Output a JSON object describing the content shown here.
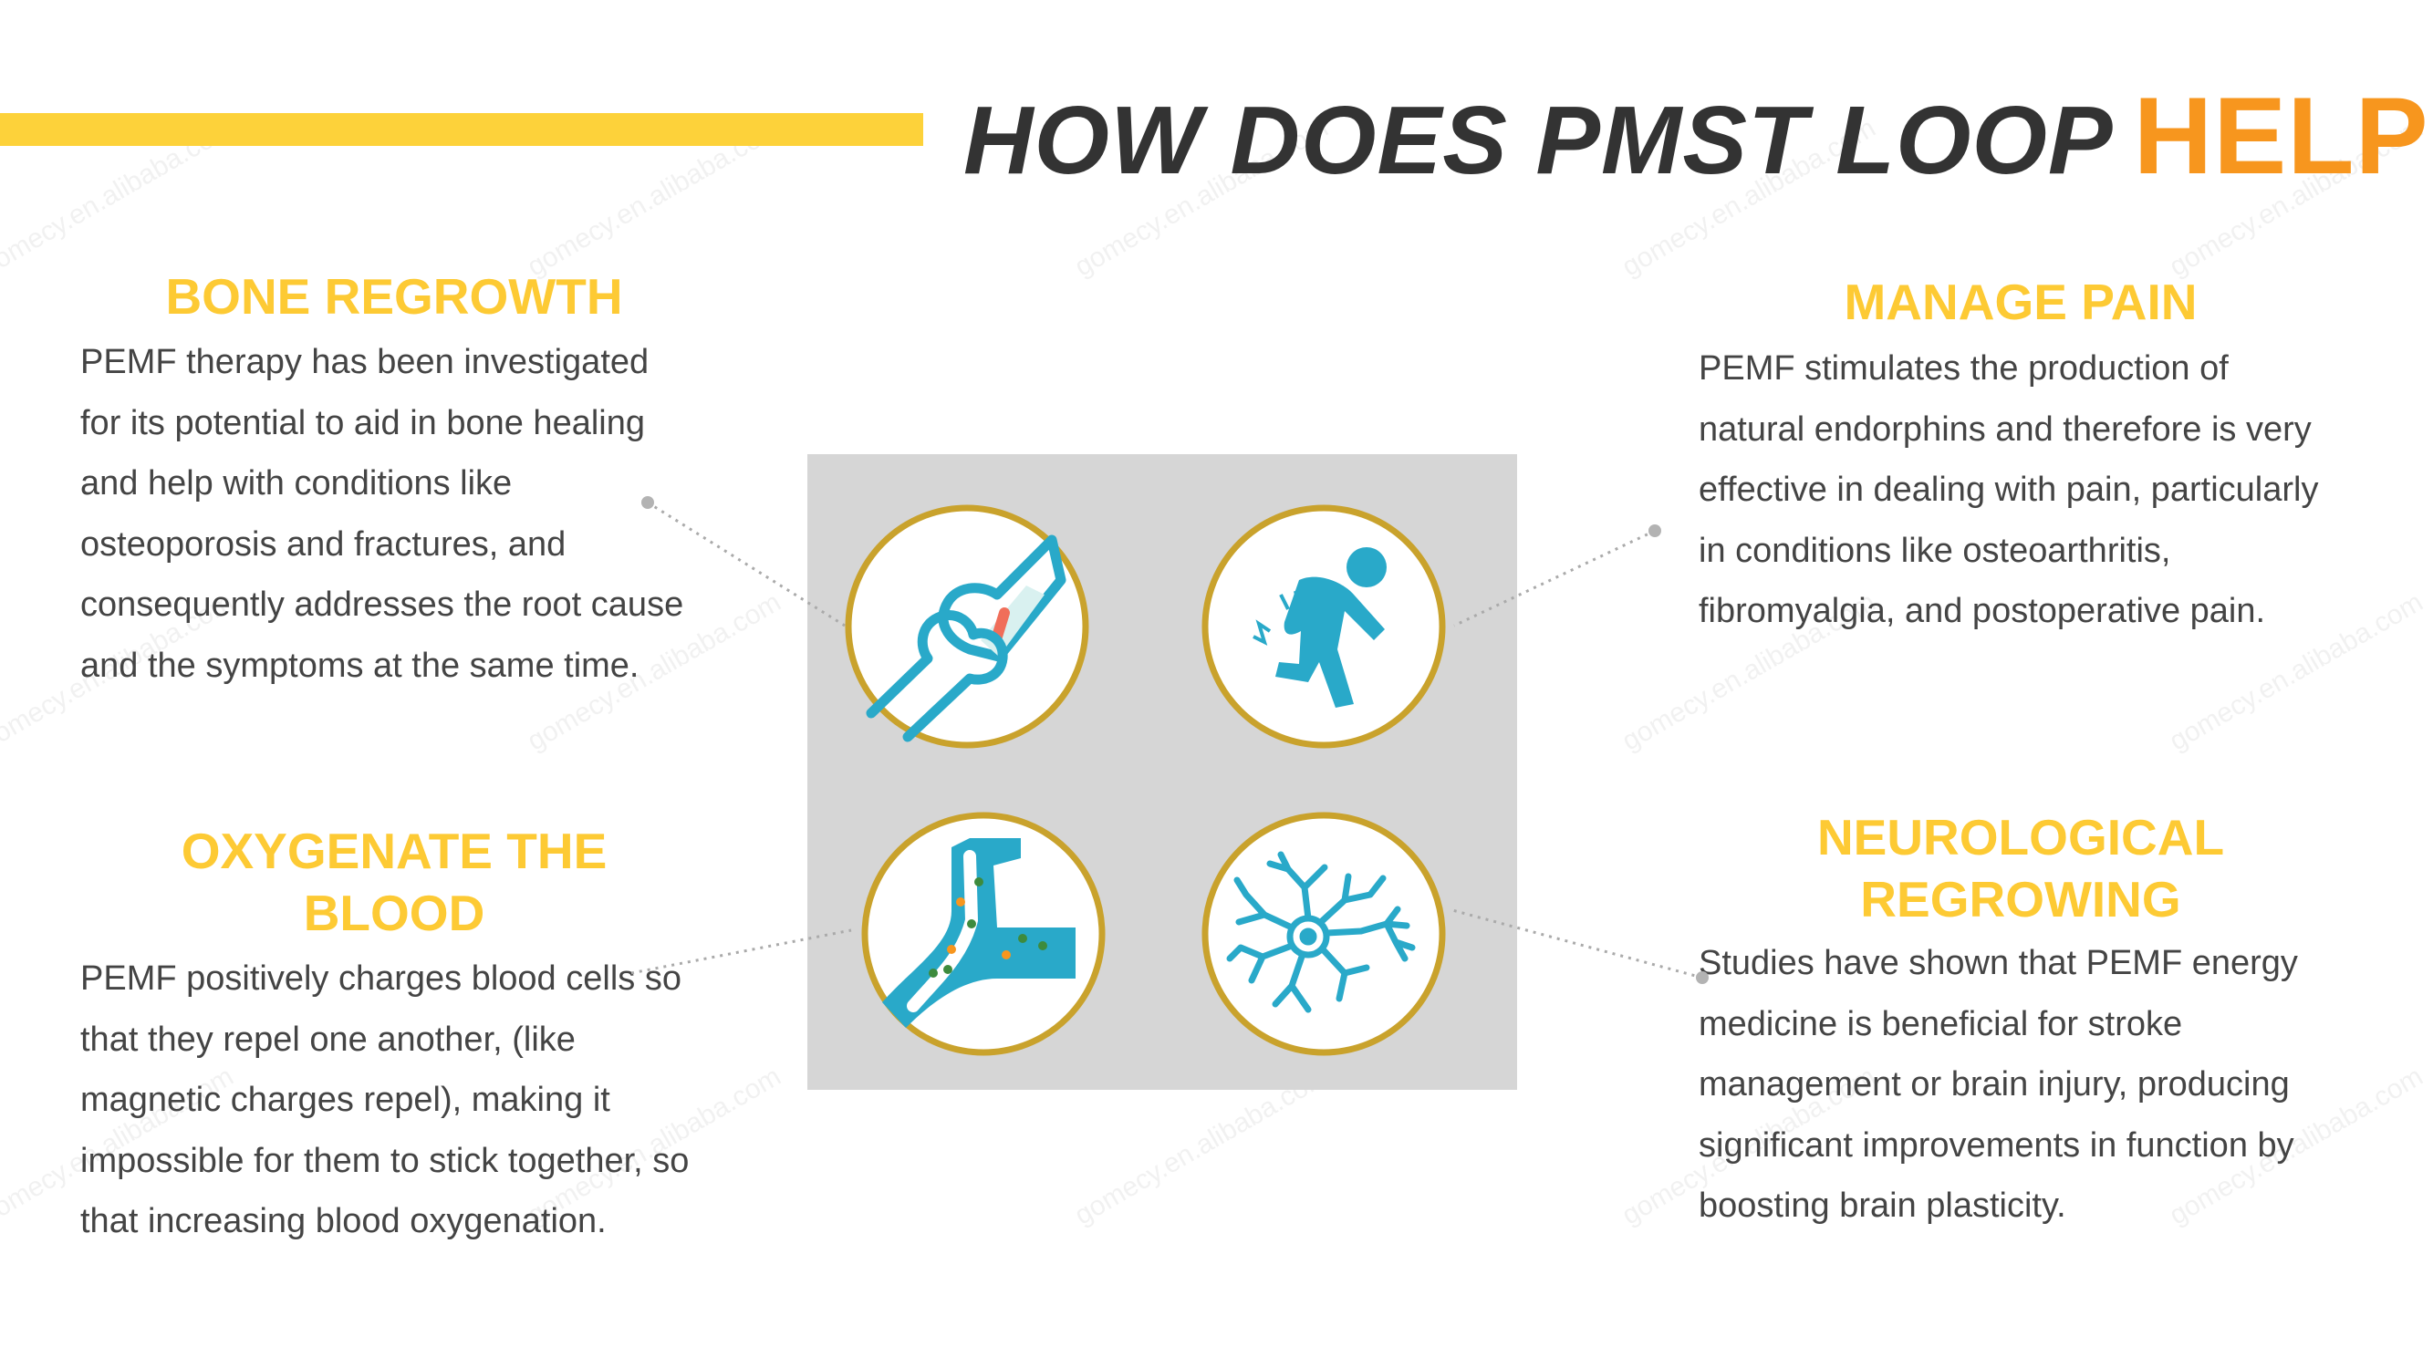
{
  "title": {
    "main": "HOW DOES PMST LOOP",
    "accent": "HELP",
    "qmark": "?"
  },
  "sections": {
    "bone": {
      "heading": "BONE REGROWTH",
      "lines": [
        "PEMF therapy has been investigated",
        "for its potential to aid in bone healing",
        "and help with conditions like",
        "osteoporosis and fractures, and",
        "consequently addresses the root cause",
        "and the symptoms at the same time."
      ]
    },
    "oxygen": {
      "heading_line1": "OXYGENATE THE",
      "heading_line2": "BLOOD",
      "lines": [
        "PEMF positively charges blood cells so",
        "that they repel one another, (like",
        "magnetic charges repel), making it",
        "impossible for them to stick together, so",
        "that increasing blood oxygenation."
      ]
    },
    "pain": {
      "heading": "MANAGE PAIN",
      "lines": [
        "PEMF stimulates the production of",
        "natural endorphins and therefore is very",
        "effective in dealing with pain, particularly",
        "in conditions like osteoarthritis,",
        "fibromyalgia, and postoperative pain."
      ]
    },
    "neuro": {
      "heading_line1": "NEUROLOGICAL",
      "heading_line2": "REGROWING",
      "lines": [
        "Studies have shown that PEMF energy",
        "medicine is beneficial for stroke",
        "management or brain injury, producing",
        "significant improvements in function by",
        "boosting brain plasticity."
      ]
    }
  },
  "icons": [
    "bone-joint-icon",
    "knee-pain-icon",
    "blood-vessel-icon",
    "neuron-icon"
  ],
  "watermark": "gomecy.en.alibaba.com",
  "colors": {
    "yellow": "#fdd23a",
    "heading": "#fdca34",
    "accent": "#f7961e",
    "teal": "#29a9c9",
    "ring": "#c9a22c",
    "panel": "#d6d6d6",
    "text": "#444444"
  }
}
